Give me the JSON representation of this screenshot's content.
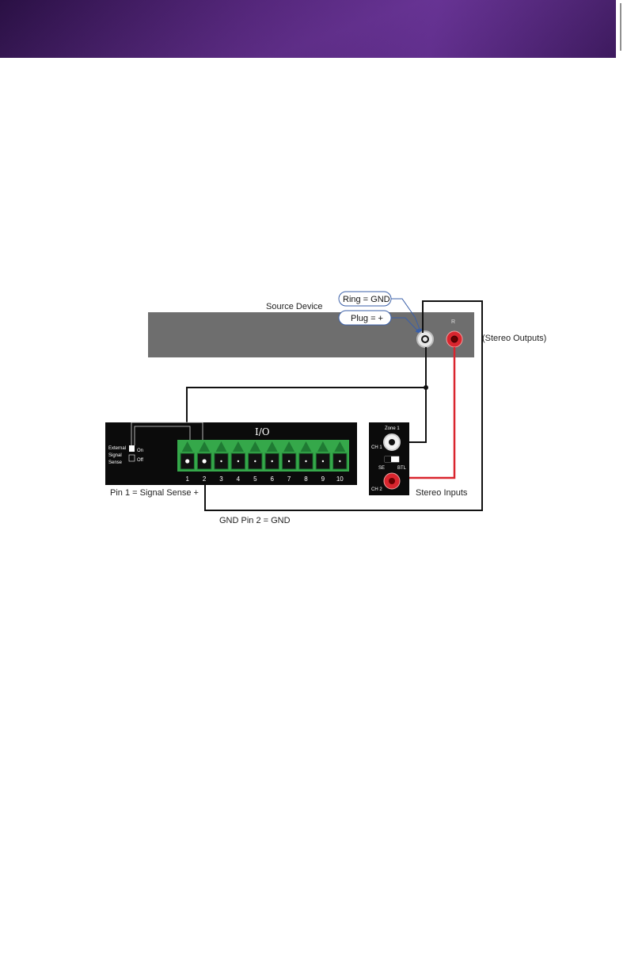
{
  "header": {
    "band_color": "#4a1f6e"
  },
  "diagram": {
    "source_device_label": "Source Device",
    "callout_ring": "Ring = GND",
    "callout_plug": "Plug = +",
    "right_jack_label": "R",
    "stereo_outputs_label": "(Stereo Outputs)",
    "io_title": "I/O",
    "switch_label_lines": [
      "External",
      "Signal",
      "Sense"
    ],
    "switch_on": "On",
    "switch_off": "Off",
    "pin_numbers": [
      "1",
      "2",
      "3",
      "4",
      "5",
      "6",
      "7",
      "8",
      "9",
      "10"
    ],
    "pin1_label": "Pin 1 = Signal Sense +",
    "pin2_label": "GND Pin 2 = GND",
    "zone_label": "Zone 1",
    "ch1_label": "CH 1",
    "ch2_label": "CH 2",
    "se_label": "SE",
    "btl_label": "BTL",
    "stereo_inputs_label": "Stereo Inputs",
    "colors": {
      "device_panel": "#6e6e6e",
      "connector_green": "#35a84a",
      "signal_wire_red": "#d9252e",
      "wire_black": "#111111",
      "callout_blue": "#3a5fa8"
    }
  }
}
